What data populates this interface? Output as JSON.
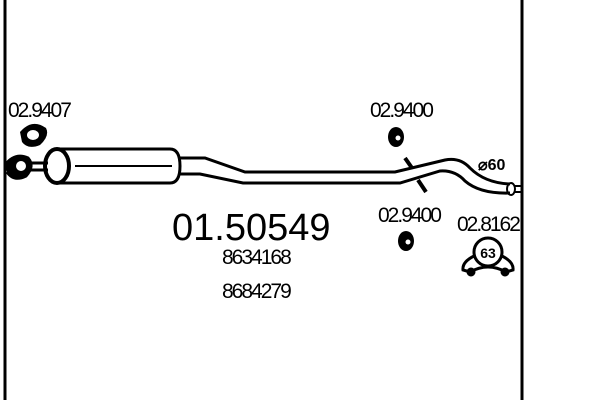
{
  "part_number": "01.50549",
  "oem_numbers": [
    "8634168",
    "8684279"
  ],
  "pipe_diameter": "⌀60",
  "components": [
    {
      "ref": "02.9407",
      "type": "gasket"
    },
    {
      "ref": "02.9400",
      "type": "rubber-mount"
    },
    {
      "ref": "02.9400",
      "type": "rubber-mount"
    },
    {
      "ref": "02.8162",
      "type": "clamp",
      "size": "63"
    }
  ],
  "colors": {
    "line": "#000000",
    "background": "#ffffff"
  }
}
